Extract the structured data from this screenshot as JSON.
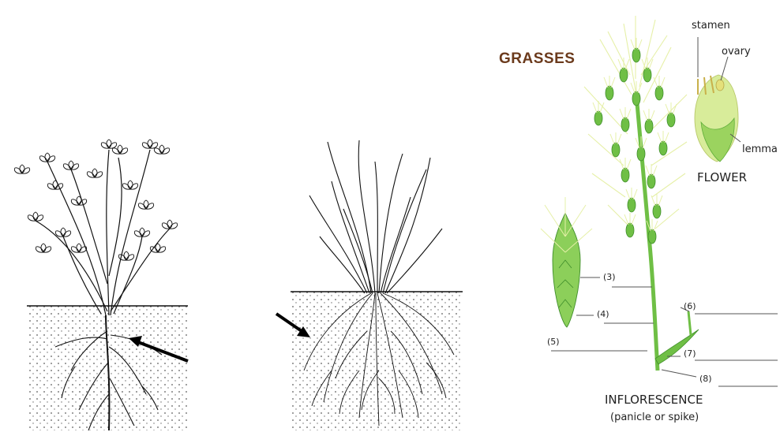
{
  "grasses_title": "GRASSES",
  "flower_parts": {
    "stamen": "stamen",
    "ovary": "ovary",
    "lemma": "lemma",
    "flower": "FLOWER"
  },
  "numbered_labels": [
    "(3)",
    "(4)",
    "(5)",
    "(6)",
    "(7)",
    "(8)"
  ],
  "inflorescence": {
    "title": "INFLORESCENCE",
    "subtitle": "(panicle or spike)"
  },
  "colors": {
    "title_brown": "#6b3a1c",
    "grass_green": "#5fae3a",
    "pale_green": "#d8ec9a",
    "ink": "#111111"
  }
}
